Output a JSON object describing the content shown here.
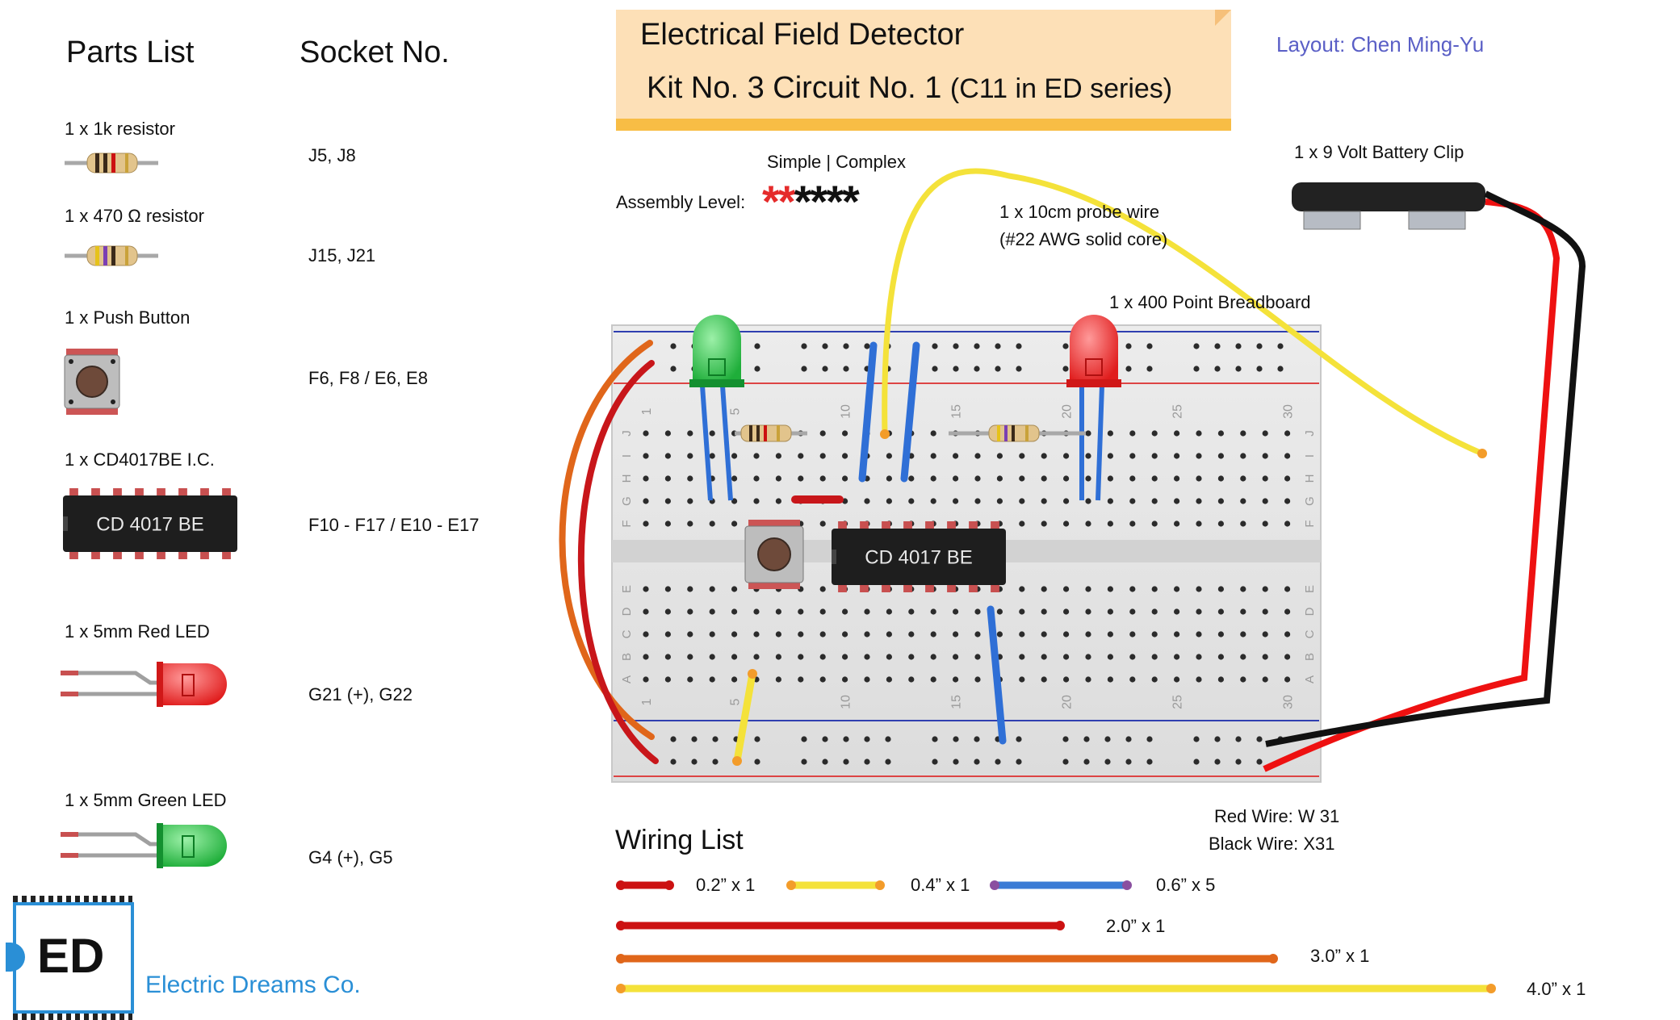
{
  "header": {
    "parts_list": "Parts List",
    "socket_no": "Socket No.",
    "title_line1": "Electrical Field Detector",
    "title_line2": "Kit No. 3 Circuit No. 1",
    "title_line2_small": "(C11 in ED series)",
    "layout_credit": "Layout: Chen Ming-Yu"
  },
  "parts": [
    {
      "label": "1 x 1k resistor",
      "socket": "J5, J8"
    },
    {
      "label": "1 x 470 Ω resistor",
      "socket": "J15, J21"
    },
    {
      "label": "1 x Push Button",
      "socket": "F6, F8 / E6, E8"
    },
    {
      "label": "1 x CD4017BE  I.C.",
      "socket": "F10 - F17 / E10 - E17"
    },
    {
      "label": "1 x 5mm Red LED",
      "socket": "G21 (+), G22"
    },
    {
      "label": "1 x 5mm Green LED",
      "socket": "G4 (+), G5"
    }
  ],
  "ic_marking": "CD 4017 BE",
  "assembly": {
    "scale": "Simple  |  Complex",
    "label": "Assembly Level:",
    "level": 2,
    "max": 6,
    "star": "*"
  },
  "annotations": {
    "probe_wire_1": "1 x 10cm probe wire",
    "probe_wire_2": "(#22 AWG solid core)",
    "battery_clip": "1 x 9 Volt Battery Clip",
    "breadboard": "1 x 400 Point Breadboard",
    "red_wire": "Red Wire: W 31",
    "black_wire": "Black Wire:  X31"
  },
  "breadboard": {
    "column_numbers": [
      "1",
      "5",
      "10",
      "15",
      "20",
      "25",
      "30"
    ],
    "top_rows": [
      "J",
      "I",
      "H",
      "G",
      "F"
    ],
    "bottom_rows": [
      "E",
      "D",
      "C",
      "B",
      "A"
    ]
  },
  "wiring_list": {
    "title": "Wiring List",
    "items": [
      {
        "label": "0.2” x 1",
        "color": "#cc1111"
      },
      {
        "label": "0.4” x 1",
        "color": "#f4e23a"
      },
      {
        "label": "0.6” x 5",
        "color": "#3a7bd5"
      },
      {
        "label": "2.0” x 1",
        "color": "#cc1111"
      },
      {
        "label": "3.0” x 1",
        "color": "#e0661a"
      },
      {
        "label": "4.0” x 1",
        "color": "#f4e23a"
      }
    ]
  },
  "logo": {
    "mark": "ED",
    "company": "Electric Dreams Co."
  }
}
